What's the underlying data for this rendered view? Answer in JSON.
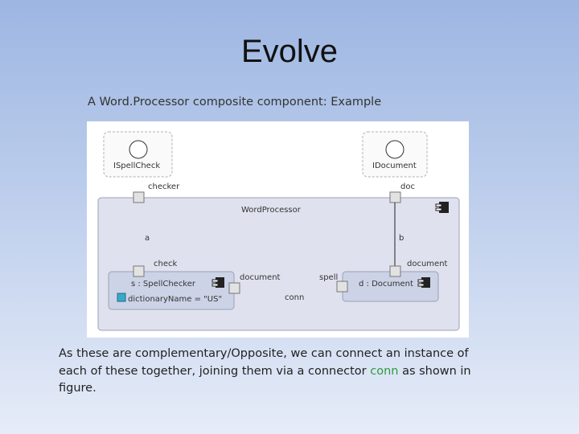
{
  "slide": {
    "title": "Evolve",
    "subtitle": "A Word.Processor composite component: Example"
  },
  "diagram": {
    "interfaces": {
      "spellcheck": "ISpellCheck",
      "document": "IDocument"
    },
    "ports": {
      "checker": "checker",
      "doc": "doc",
      "check": "check",
      "document_left": "document",
      "spell": "spell",
      "document_right": "document"
    },
    "wordprocessor": "WordProcessor",
    "link_a": "a",
    "link_b": "b",
    "parts": {
      "spellchecker": "s : SpellChecker",
      "attribute": "dictionaryName = \"US\"",
      "document": "d : Document"
    },
    "connector": "conn",
    "colors": {
      "container_fill": "#dfe2ee",
      "part_fill": "#cdd3e6",
      "border": "#9aa0b5",
      "dashed": "#b0b0b0"
    }
  },
  "body": {
    "line1": "As these are complementary/Opposite, we can connect an instance of",
    "line2_start": "each of these together, joining them via a connector ",
    "conn_word": "conn",
    "line2_end": " as shown in",
    "line3": "figure."
  },
  "colors": {
    "conn_highlight": "#2e9a3e"
  }
}
